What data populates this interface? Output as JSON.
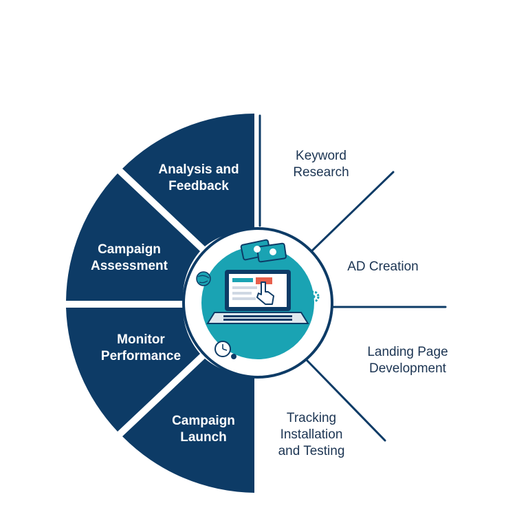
{
  "colors": {
    "navy": "#0d3b66",
    "line": "#0d3b66",
    "teal": "#1aa3b3",
    "text_dark": "#1c3553",
    "white": "#ffffff"
  },
  "left_segments": [
    {
      "id": "analysis-feedback",
      "lines": [
        "Analysis and",
        "Feedback"
      ]
    },
    {
      "id": "campaign-assessment",
      "lines": [
        "Campaign",
        "Assessment"
      ]
    },
    {
      "id": "monitor-performance",
      "lines": [
        "Monitor",
        "Performance"
      ]
    },
    {
      "id": "campaign-launch",
      "lines": [
        "Campaign",
        "Launch"
      ]
    }
  ],
  "right_steps": [
    {
      "id": "keyword-research",
      "lines": [
        "Keyword",
        "Research"
      ]
    },
    {
      "id": "ad-creation",
      "lines": [
        "AD Creation"
      ]
    },
    {
      "id": "landing-page-development",
      "lines": [
        "Landing Page",
        "Development"
      ]
    },
    {
      "id": "tracking-installation-testing",
      "lines": [
        "Tracking",
        "Installation",
        "and Testing"
      ]
    }
  ],
  "center": {
    "icons": [
      "laptop-icon",
      "cursor-hand-icon",
      "money-icon",
      "globe-icon",
      "gear-icon",
      "clock-icon"
    ]
  }
}
